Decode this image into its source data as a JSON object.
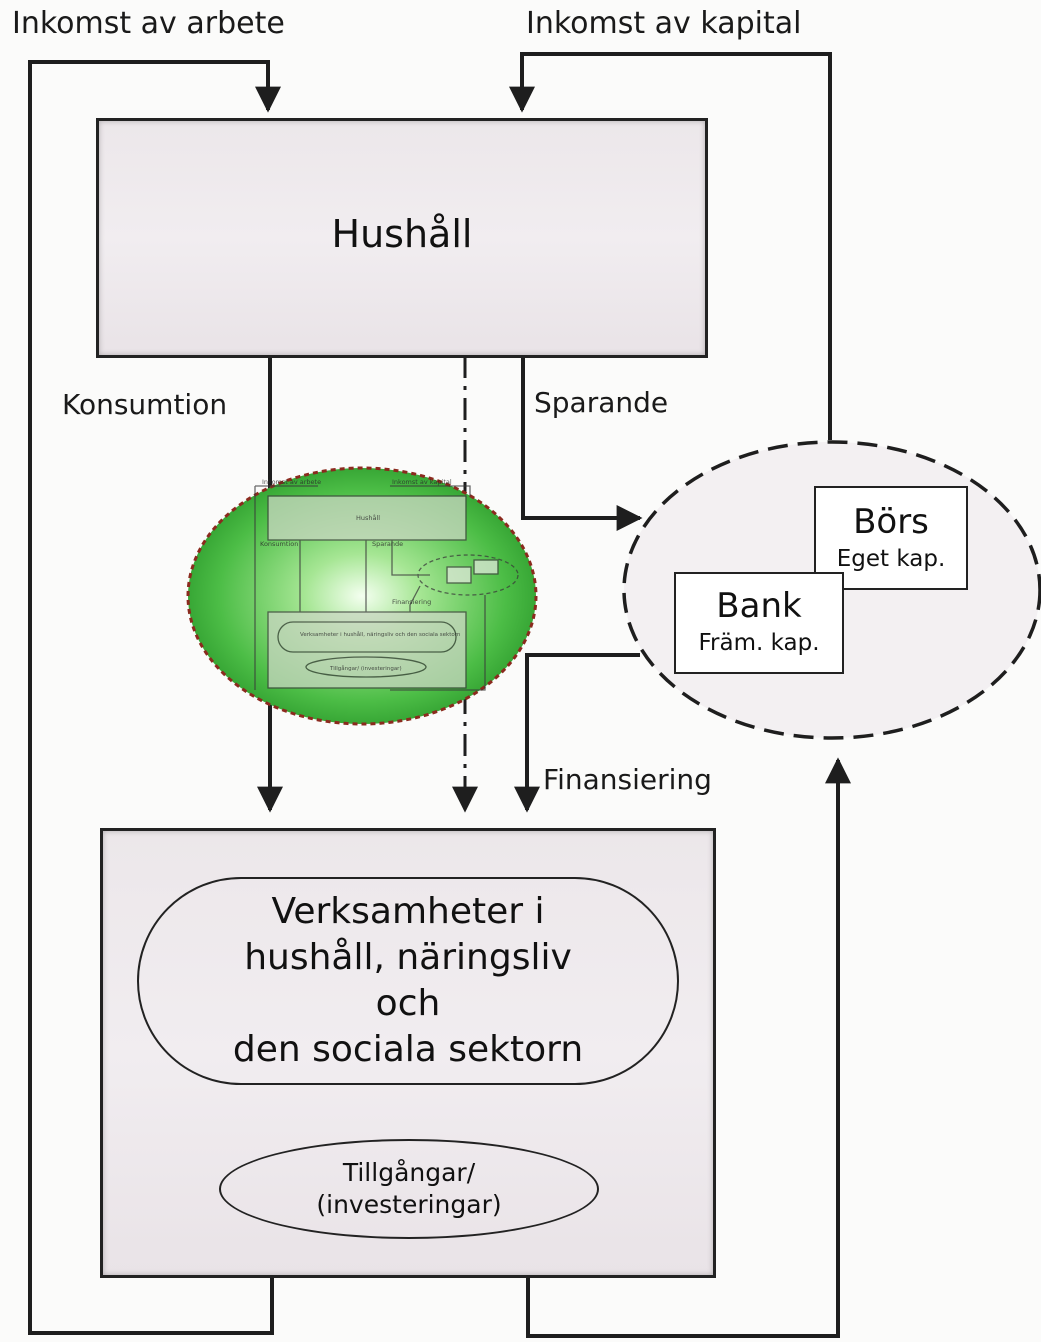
{
  "labels": {
    "income_labor": "Inkomst av arbete",
    "income_capital": "Inkomst av kapital",
    "consumption": "Konsumtion",
    "saving": "Sparande",
    "financing": "Finansiering"
  },
  "household": {
    "title": "Hushåll"
  },
  "financial_market": {
    "stock_exchange": {
      "title": "Börs",
      "subtitle": "Eget kap."
    },
    "bank": {
      "title": "Bank",
      "subtitle": "Främ. kap."
    }
  },
  "activities": {
    "lines": [
      "Verksamheter i",
      "hushåll, näringsliv",
      "och",
      "den sociala sektorn"
    ],
    "assets_line1": "Tillgångar/",
    "assets_line2": "(investeringar)"
  },
  "thumbnail": {
    "income_labor": "Inkomst av arbete",
    "income_capital": "Inkomst av kapital",
    "household": "Hushåll",
    "consumption": "Konsumtion",
    "saving": "Sparande",
    "financing": "Finansiering",
    "activities": "Verksamheter i hushåll, näringsliv och den sociala sektorn",
    "assets": "Tillgångar/ (investeringar)"
  },
  "colors": {
    "line": "#1e1e1e",
    "box_fill": "#eee9ec",
    "thumbnail_green": "#3cb43c",
    "thumbnail_border": "#8b2a1e"
  }
}
